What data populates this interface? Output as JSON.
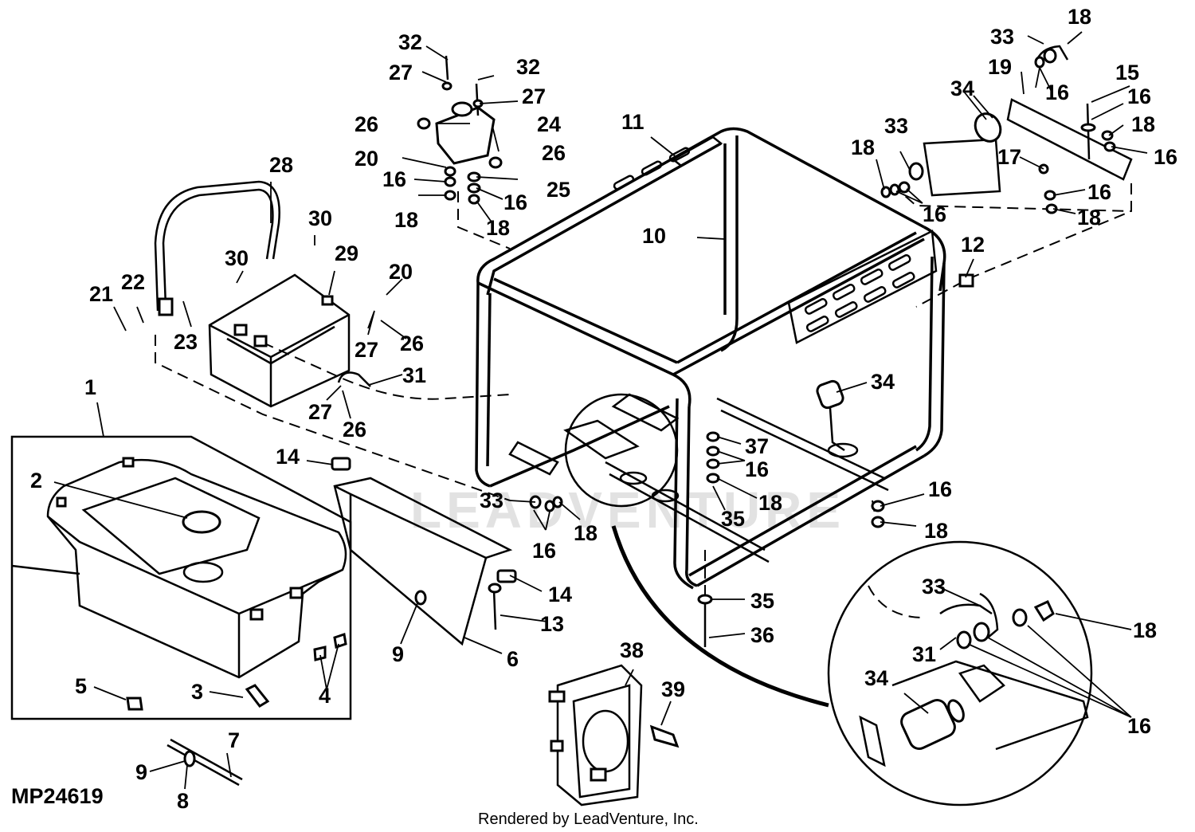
{
  "diagram": {
    "part_code": "MP24619",
    "credit": "Rendered by LeadVenture, Inc.",
    "watermark": "LEADVENTURE",
    "callouts": [
      {
        "id": "c1",
        "text": "1"
      },
      {
        "id": "c2",
        "text": "2"
      },
      {
        "id": "c3",
        "text": "3"
      },
      {
        "id": "c4",
        "text": "4"
      },
      {
        "id": "c5",
        "text": "5"
      },
      {
        "id": "c6",
        "text": "6"
      },
      {
        "id": "c7",
        "text": "7"
      },
      {
        "id": "c8",
        "text": "8"
      },
      {
        "id": "c9a",
        "text": "9"
      },
      {
        "id": "c9b",
        "text": "9"
      },
      {
        "id": "c10",
        "text": "10"
      },
      {
        "id": "c11",
        "text": "11"
      },
      {
        "id": "c12",
        "text": "12"
      },
      {
        "id": "c13",
        "text": "13"
      },
      {
        "id": "c14a",
        "text": "14"
      },
      {
        "id": "c14b",
        "text": "14"
      },
      {
        "id": "c15",
        "text": "15"
      },
      {
        "id": "c16a",
        "text": "16"
      },
      {
        "id": "c16b",
        "text": "16"
      },
      {
        "id": "c16c",
        "text": "16"
      },
      {
        "id": "c16d",
        "text": "16"
      },
      {
        "id": "c16e",
        "text": "16"
      },
      {
        "id": "c16f",
        "text": "16"
      },
      {
        "id": "c16g",
        "text": "16"
      },
      {
        "id": "c16h",
        "text": "16"
      },
      {
        "id": "c16i",
        "text": "16"
      },
      {
        "id": "c16j",
        "text": "16"
      },
      {
        "id": "c16k",
        "text": "16"
      },
      {
        "id": "c17",
        "text": "17"
      },
      {
        "id": "c18a",
        "text": "18"
      },
      {
        "id": "c18b",
        "text": "18"
      },
      {
        "id": "c18c",
        "text": "18"
      },
      {
        "id": "c18d",
        "text": "18"
      },
      {
        "id": "c18e",
        "text": "18"
      },
      {
        "id": "c18f",
        "text": "18"
      },
      {
        "id": "c18g",
        "text": "18"
      },
      {
        "id": "c18h",
        "text": "18"
      },
      {
        "id": "c18i",
        "text": "18"
      },
      {
        "id": "c18j",
        "text": "18"
      },
      {
        "id": "c19",
        "text": "19"
      },
      {
        "id": "c20a",
        "text": "20"
      },
      {
        "id": "c20b",
        "text": "20"
      },
      {
        "id": "c21",
        "text": "21"
      },
      {
        "id": "c22",
        "text": "22"
      },
      {
        "id": "c23",
        "text": "23"
      },
      {
        "id": "c24",
        "text": "24"
      },
      {
        "id": "c25",
        "text": "25"
      },
      {
        "id": "c26a",
        "text": "26"
      },
      {
        "id": "c26b",
        "text": "26"
      },
      {
        "id": "c26c",
        "text": "26"
      },
      {
        "id": "c26d",
        "text": "26"
      },
      {
        "id": "c27a",
        "text": "27"
      },
      {
        "id": "c27b",
        "text": "27"
      },
      {
        "id": "c27c",
        "text": "27"
      },
      {
        "id": "c27d",
        "text": "27"
      },
      {
        "id": "c28",
        "text": "28"
      },
      {
        "id": "c29",
        "text": "29"
      },
      {
        "id": "c30a",
        "text": "30"
      },
      {
        "id": "c30b",
        "text": "30"
      },
      {
        "id": "c31a",
        "text": "31"
      },
      {
        "id": "c31b",
        "text": "31"
      },
      {
        "id": "c32a",
        "text": "32"
      },
      {
        "id": "c32b",
        "text": "32"
      },
      {
        "id": "c33a",
        "text": "33"
      },
      {
        "id": "c33b",
        "text": "33"
      },
      {
        "id": "c33c",
        "text": "33"
      },
      {
        "id": "c33d",
        "text": "33"
      },
      {
        "id": "c34a",
        "text": "34"
      },
      {
        "id": "c34b",
        "text": "34"
      },
      {
        "id": "c34c",
        "text": "34"
      },
      {
        "id": "c35a",
        "text": "35"
      },
      {
        "id": "c35b",
        "text": "35"
      },
      {
        "id": "c36",
        "text": "36"
      },
      {
        "id": "c37",
        "text": "37"
      },
      {
        "id": "c38",
        "text": "38"
      },
      {
        "id": "c39",
        "text": "39"
      }
    ]
  }
}
